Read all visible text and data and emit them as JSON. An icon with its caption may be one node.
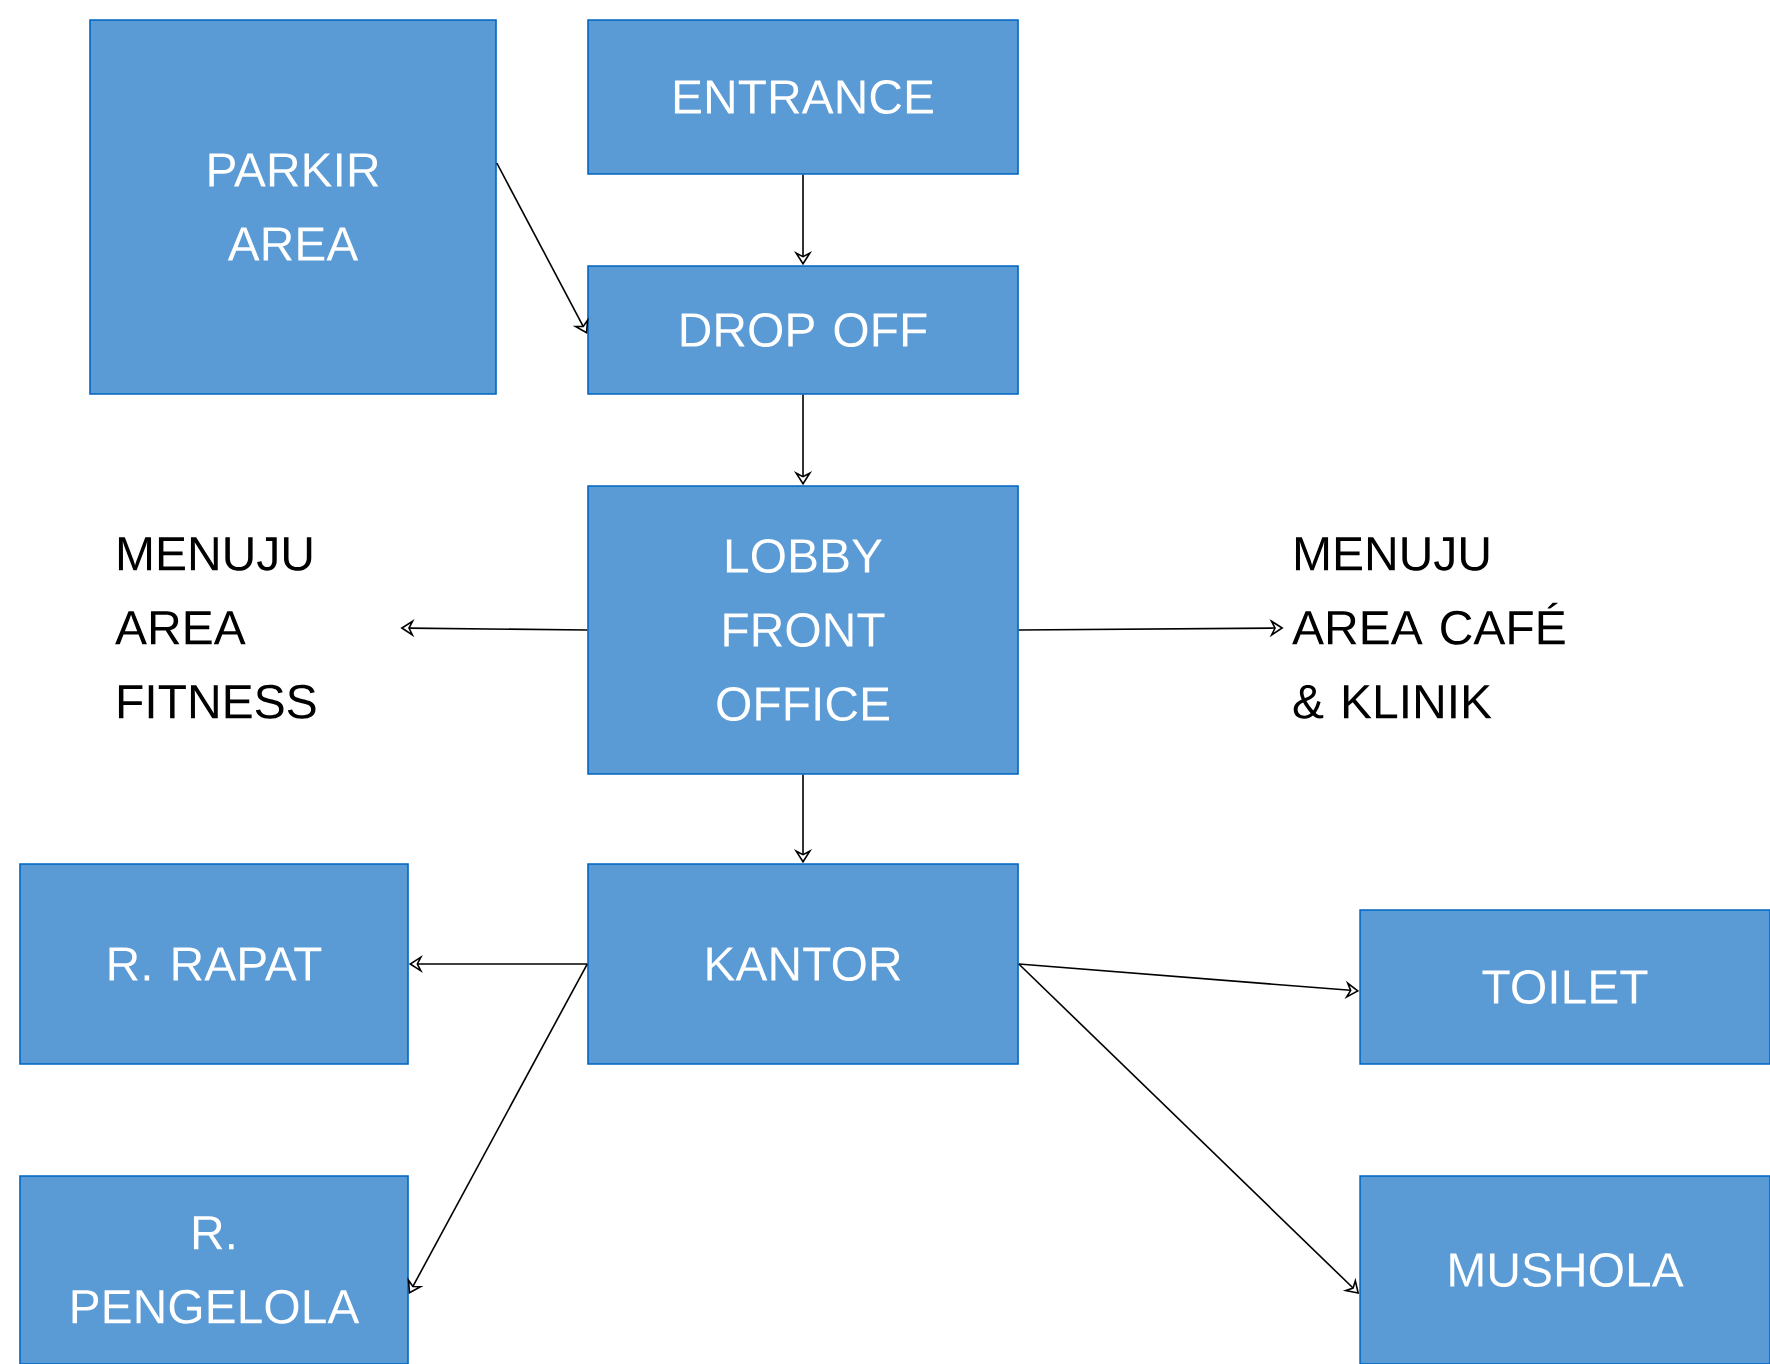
{
  "diagram": {
    "nodes": [
      {
        "text": [
          "PARKIR AREA"
        ]
      },
      {
        "text": [
          "ENTRANCE"
        ]
      },
      {
        "text": [
          "DROP OFF"
        ]
      },
      {
        "text": [
          "MENUJU AREA FITNESS"
        ]
      },
      {
        "text": [
          "LOBBY FRONT OFFICE"
        ]
      },
      {
        "text": [
          "MENUJU AREA CAFÉ & KLINIK"
        ]
      },
      {
        "text": [
          "R. RAPAT"
        ]
      },
      {
        "text": [
          "KANTOR"
        ]
      },
      {
        "text": [
          "TOILET"
        ]
      },
      {
        "text": [
          "R. PENGELOLA"
        ]
      },
      {
        "text": [
          "MUSHOLA"
        ]
      }
    ],
    "edges": [
      {
        "from": 0,
        "to": 2,
        "arrow": "to"
      },
      {
        "from": 1,
        "to": 2,
        "arrow": "to"
      },
      {
        "from": 2,
        "to": 4,
        "arrow": "to"
      },
      {
        "from": 4,
        "to": 3,
        "arrow": "to"
      },
      {
        "from": 4,
        "to": 5,
        "arrow": "to"
      },
      {
        "from": 4,
        "to": 7,
        "arrow": "to"
      },
      {
        "from": 7,
        "to": 6,
        "arrow": "to"
      },
      {
        "from": 7,
        "to": 8,
        "arrow": "to"
      },
      {
        "from": 7,
        "to": 9,
        "arrow": "to"
      },
      {
        "from": 7,
        "to": 10,
        "arrow": "to"
      }
    ]
  }
}
